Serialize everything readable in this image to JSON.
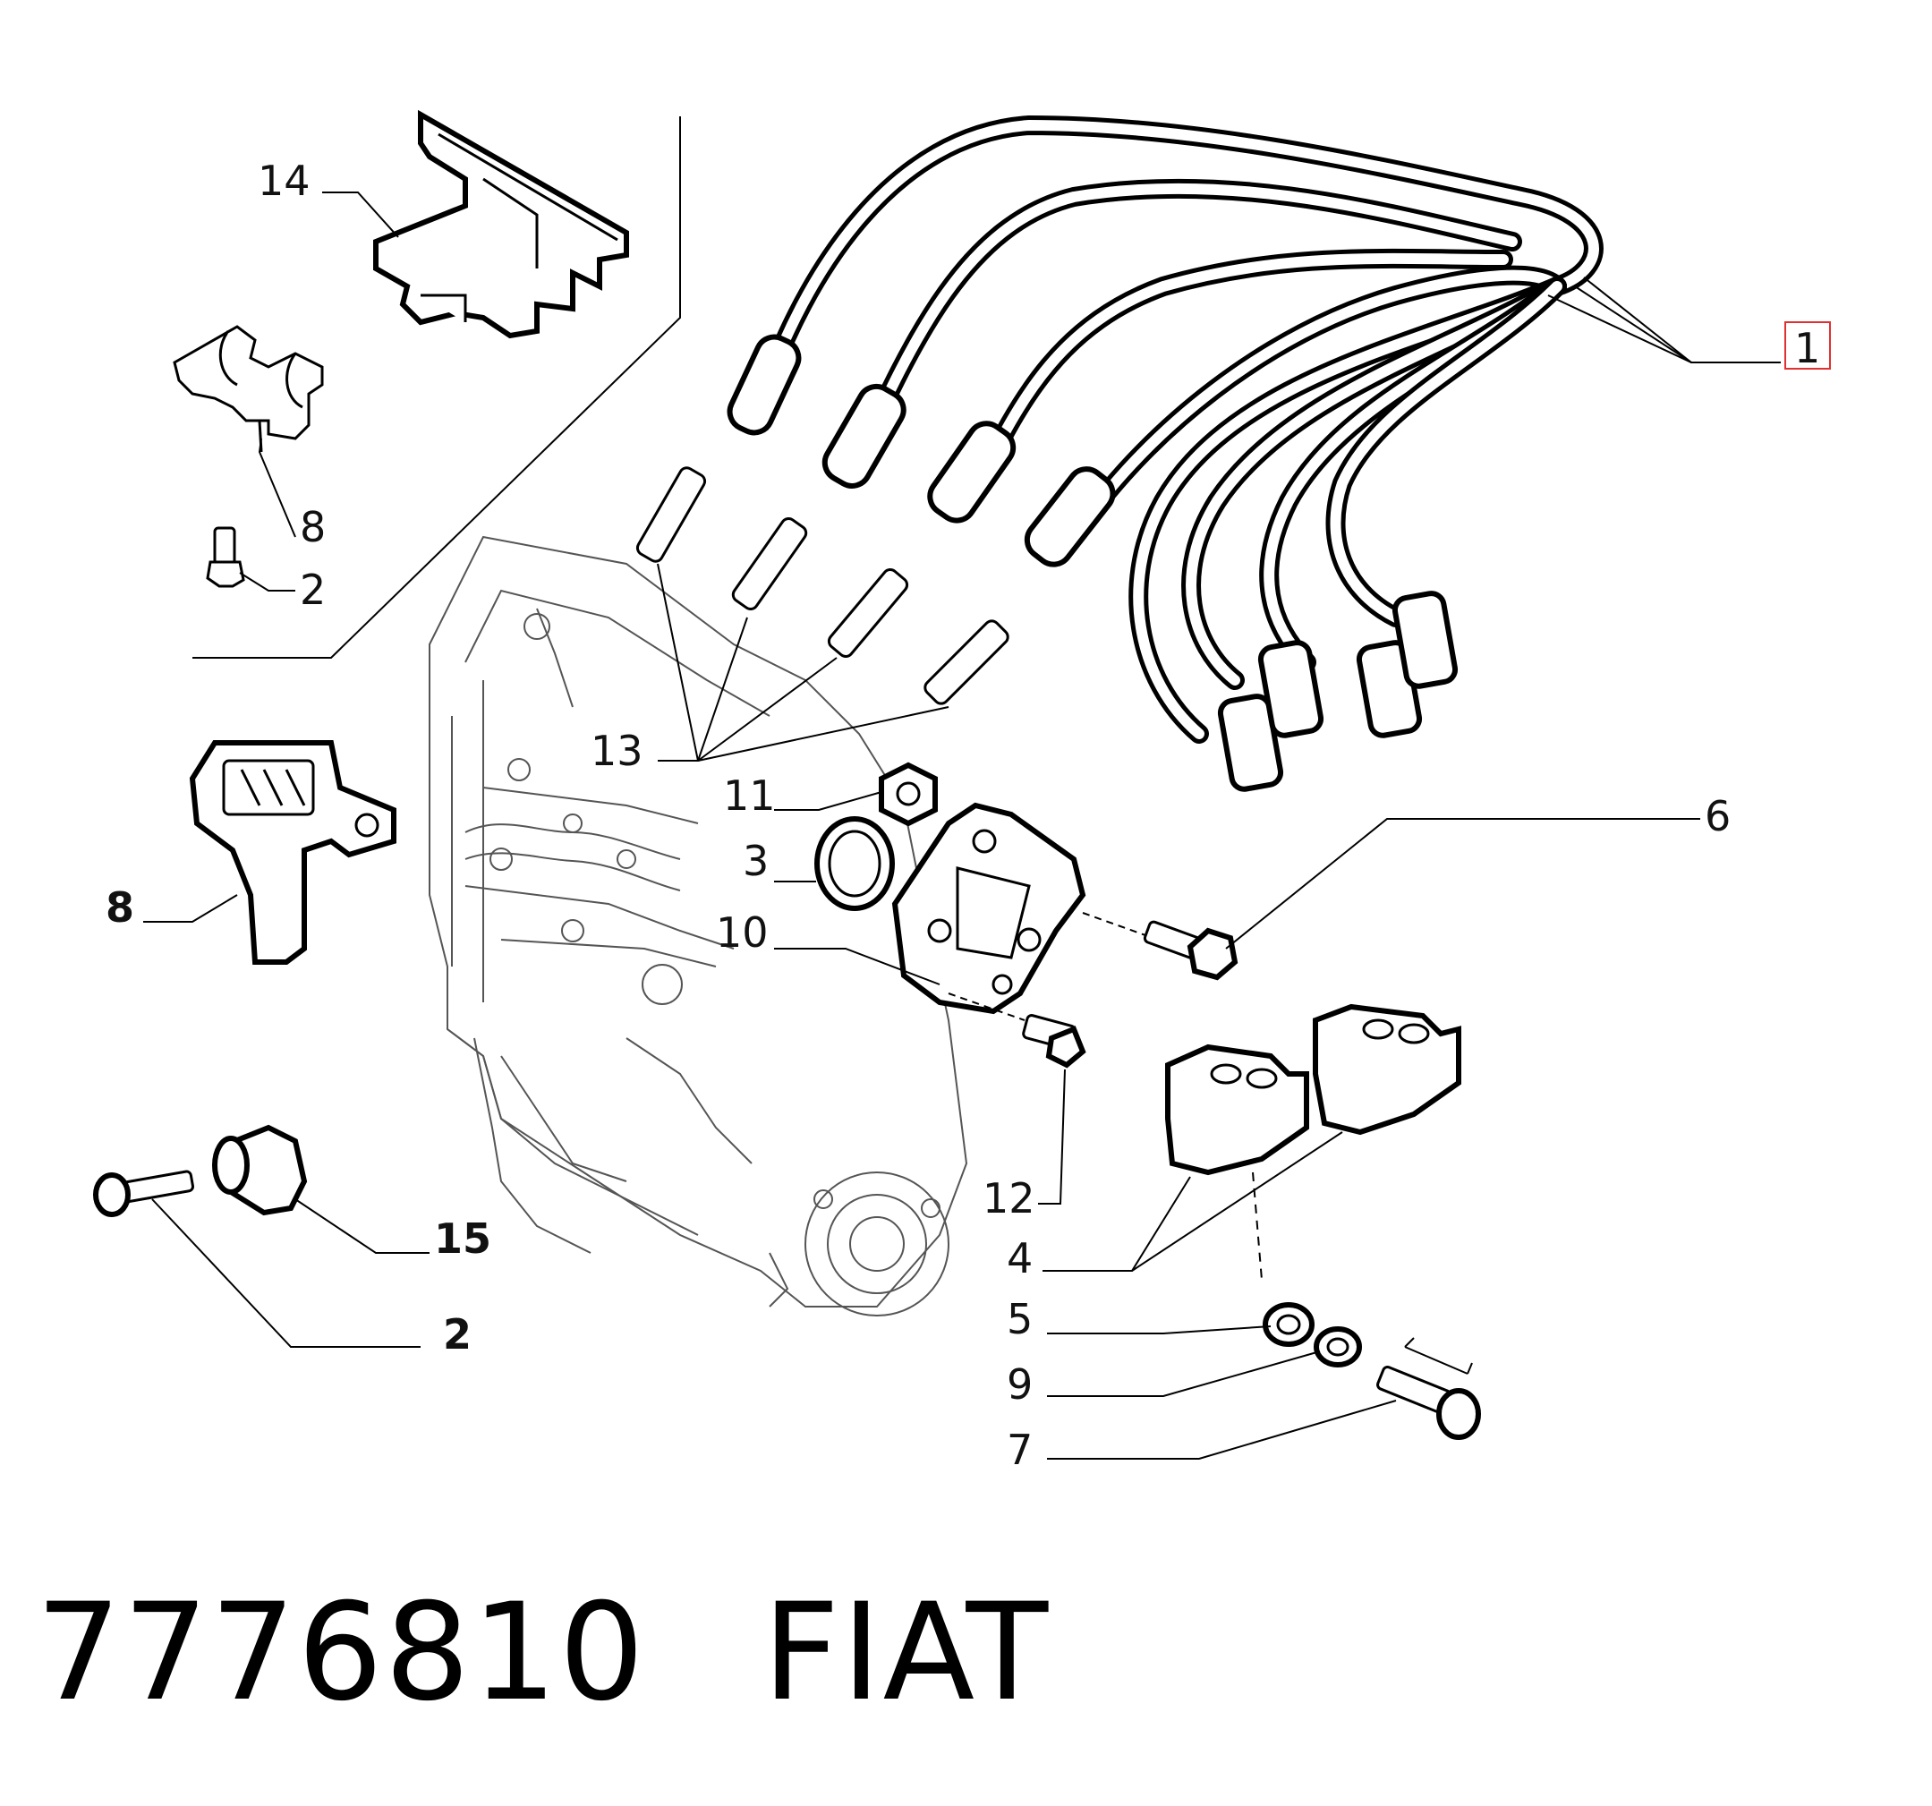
{
  "callouts": {
    "c14": "14",
    "c8a": "8",
    "c2a": "2",
    "c1": "1",
    "c13": "13",
    "c11": "11",
    "c3": "3",
    "c10": "10",
    "c6": "6",
    "c8b": "8",
    "c12": "12",
    "c4": "4",
    "c15": "15",
    "c2b": "2",
    "c5": "5",
    "c9": "9",
    "c7": "7"
  },
  "footer": {
    "part_number": "7776810",
    "brand": "FIAT"
  },
  "colors": {
    "highlight": "#e03030",
    "ink": "#000000"
  }
}
